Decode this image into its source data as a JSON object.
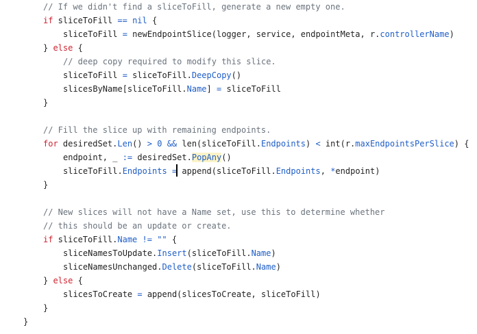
{
  "editor": {
    "language": "go",
    "colors": {
      "comment": "#6a737d",
      "keyword": "#cf222e",
      "operator": "#1f5ec7",
      "member": "#1f5ec7",
      "text": "#1f1f1f",
      "match_highlight": "#fbf3c8"
    },
    "cursor": {
      "line": 12,
      "token": 2
    },
    "lines": [
      {
        "indent": 2,
        "tokens": [
          {
            "t": "// If we didn't find a sliceToFill, generate a new empty one.",
            "k": "comment"
          }
        ]
      },
      {
        "indent": 2,
        "tokens": [
          {
            "t": "if",
            "k": "keyword"
          },
          {
            "t": " sliceToFill ",
            "k": "plain"
          },
          {
            "t": "==",
            "k": "op"
          },
          {
            "t": " ",
            "k": "plain"
          },
          {
            "t": "nil",
            "k": "op"
          },
          {
            "t": " {",
            "k": "plain"
          }
        ]
      },
      {
        "indent": 3,
        "tokens": [
          {
            "t": "sliceToFill ",
            "k": "plain"
          },
          {
            "t": "=",
            "k": "op"
          },
          {
            "t": " newEndpointSlice(logger, service, endpointMeta, r.",
            "k": "plain"
          },
          {
            "t": "controllerName",
            "k": "member"
          },
          {
            "t": ")",
            "k": "plain"
          }
        ]
      },
      {
        "indent": 2,
        "tokens": [
          {
            "t": "} ",
            "k": "plain"
          },
          {
            "t": "else",
            "k": "keyword"
          },
          {
            "t": " {",
            "k": "plain"
          }
        ]
      },
      {
        "indent": 3,
        "tokens": [
          {
            "t": "// deep copy required to modify this slice.",
            "k": "comment"
          }
        ]
      },
      {
        "indent": 3,
        "tokens": [
          {
            "t": "sliceToFill ",
            "k": "plain"
          },
          {
            "t": "=",
            "k": "op"
          },
          {
            "t": " sliceToFill.",
            "k": "plain"
          },
          {
            "t": "DeepCopy",
            "k": "member"
          },
          {
            "t": "()",
            "k": "plain"
          }
        ]
      },
      {
        "indent": 3,
        "tokens": [
          {
            "t": "slicesByName[sliceToFill.",
            "k": "plain"
          },
          {
            "t": "Name",
            "k": "member"
          },
          {
            "t": "] ",
            "k": "plain"
          },
          {
            "t": "=",
            "k": "op"
          },
          {
            "t": " sliceToFill",
            "k": "plain"
          }
        ]
      },
      {
        "indent": 2,
        "tokens": [
          {
            "t": "}",
            "k": "plain"
          }
        ]
      },
      {
        "indent": 0,
        "tokens": []
      },
      {
        "indent": 2,
        "tokens": [
          {
            "t": "// Fill the slice up with remaining endpoints.",
            "k": "comment"
          }
        ]
      },
      {
        "indent": 2,
        "tokens": [
          {
            "t": "for",
            "k": "keyword"
          },
          {
            "t": " desiredSet.",
            "k": "plain"
          },
          {
            "t": "Len",
            "k": "member"
          },
          {
            "t": "() ",
            "k": "plain"
          },
          {
            "t": ">",
            "k": "op"
          },
          {
            "t": " ",
            "k": "plain"
          },
          {
            "t": "0",
            "k": "op"
          },
          {
            "t": " ",
            "k": "plain"
          },
          {
            "t": "&&",
            "k": "op"
          },
          {
            "t": " len(sliceToFill.",
            "k": "plain"
          },
          {
            "t": "Endpoints",
            "k": "member"
          },
          {
            "t": ") ",
            "k": "plain"
          },
          {
            "t": "<",
            "k": "op"
          },
          {
            "t": " int(r.",
            "k": "plain"
          },
          {
            "t": "maxEndpointsPerSlice",
            "k": "member"
          },
          {
            "t": ") {",
            "k": "plain"
          }
        ]
      },
      {
        "indent": 3,
        "tokens": [
          {
            "t": "endpoint, _ ",
            "k": "plain"
          },
          {
            "t": ":=",
            "k": "op"
          },
          {
            "t": " desiredSet.",
            "k": "plain"
          },
          {
            "t": "PopAny",
            "k": "member",
            "hl": true
          },
          {
            "t": "()",
            "k": "plain"
          }
        ]
      },
      {
        "indent": 3,
        "tokens": [
          {
            "t": "sliceToFill.",
            "k": "plain"
          },
          {
            "t": "Endpoints",
            "k": "member"
          },
          {
            "t": " ",
            "k": "plain"
          },
          {
            "t": "=",
            "k": "op"
          },
          {
            "t": " append(sliceToFill.",
            "k": "plain"
          },
          {
            "t": "Endpoints",
            "k": "member"
          },
          {
            "t": ", ",
            "k": "plain"
          },
          {
            "t": "*",
            "k": "op"
          },
          {
            "t": "endpoint)",
            "k": "plain"
          }
        ]
      },
      {
        "indent": 2,
        "tokens": [
          {
            "t": "}",
            "k": "plain"
          }
        ]
      },
      {
        "indent": 0,
        "tokens": []
      },
      {
        "indent": 2,
        "tokens": [
          {
            "t": "// New slices will not have a Name set, use this to determine whether",
            "k": "comment"
          }
        ]
      },
      {
        "indent": 2,
        "tokens": [
          {
            "t": "// this should be an update or create.",
            "k": "comment"
          }
        ]
      },
      {
        "indent": 2,
        "tokens": [
          {
            "t": "if",
            "k": "keyword"
          },
          {
            "t": " sliceToFill.",
            "k": "plain"
          },
          {
            "t": "Name",
            "k": "member"
          },
          {
            "t": " ",
            "k": "plain"
          },
          {
            "t": "!=",
            "k": "op"
          },
          {
            "t": " ",
            "k": "plain"
          },
          {
            "t": "\"\"",
            "k": "op"
          },
          {
            "t": " {",
            "k": "plain"
          }
        ]
      },
      {
        "indent": 3,
        "tokens": [
          {
            "t": "sliceNamesToUpdate.",
            "k": "plain"
          },
          {
            "t": "Insert",
            "k": "member"
          },
          {
            "t": "(sliceToFill.",
            "k": "plain"
          },
          {
            "t": "Name",
            "k": "member"
          },
          {
            "t": ")",
            "k": "plain"
          }
        ]
      },
      {
        "indent": 3,
        "tokens": [
          {
            "t": "sliceNamesUnchanged.",
            "k": "plain"
          },
          {
            "t": "Delete",
            "k": "member"
          },
          {
            "t": "(sliceToFill.",
            "k": "plain"
          },
          {
            "t": "Name",
            "k": "member"
          },
          {
            "t": ")",
            "k": "plain"
          }
        ]
      },
      {
        "indent": 2,
        "tokens": [
          {
            "t": "} ",
            "k": "plain"
          },
          {
            "t": "else",
            "k": "keyword"
          },
          {
            "t": " {",
            "k": "plain"
          }
        ]
      },
      {
        "indent": 3,
        "tokens": [
          {
            "t": "slicesToCreate ",
            "k": "plain"
          },
          {
            "t": "=",
            "k": "op"
          },
          {
            "t": " append(slicesToCreate, sliceToFill)",
            "k": "plain"
          }
        ]
      },
      {
        "indent": 2,
        "tokens": [
          {
            "t": "}",
            "k": "plain"
          }
        ]
      },
      {
        "indent": 1,
        "tokens": [
          {
            "t": "}",
            "k": "plain"
          }
        ]
      }
    ]
  }
}
